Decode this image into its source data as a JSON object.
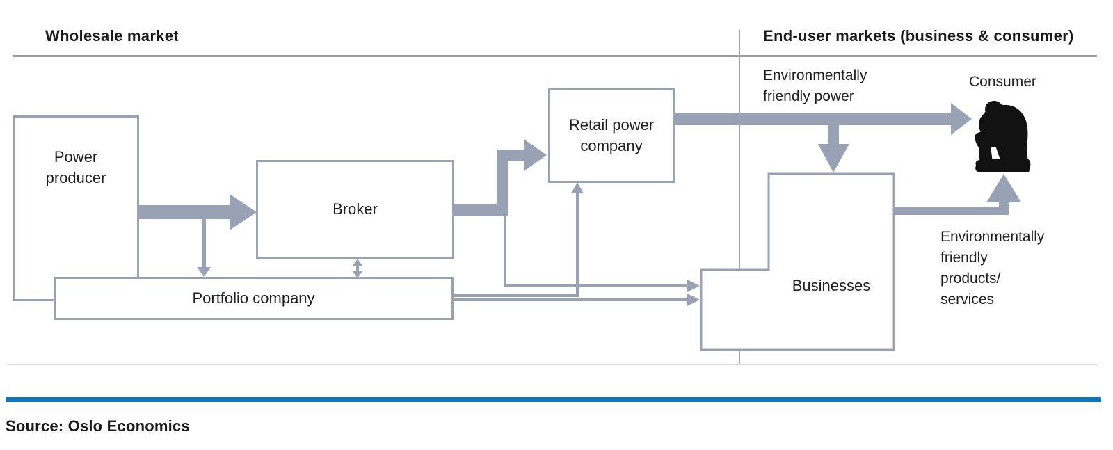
{
  "sections": {
    "wholesale": {
      "title": "Wholesale market"
    },
    "end_user": {
      "title": "End-user markets (business & consumer)"
    }
  },
  "nodes": {
    "power_producer": {
      "label": "Power\nproducer"
    },
    "broker": {
      "label": "Broker"
    },
    "portfolio_company": {
      "label": "Portfolio company"
    },
    "retail_power_company": {
      "label": "Retail power\ncompany"
    },
    "businesses": {
      "label": "Businesses"
    },
    "consumer": {
      "label": "Consumer"
    }
  },
  "flow_labels": {
    "env_power": "Environmentally\nfriendly power",
    "env_products": "Environmentally\nfriendly\nproducts/\nservices"
  },
  "source": "Source: Oslo Economics",
  "colors": {
    "arrow_grey": "#99a1b4",
    "section_line_grey": "#9c9c9c",
    "light_line_grey": "#d9d9d9",
    "accent_blue": "#1377be",
    "silhouette_black": "#121212"
  }
}
